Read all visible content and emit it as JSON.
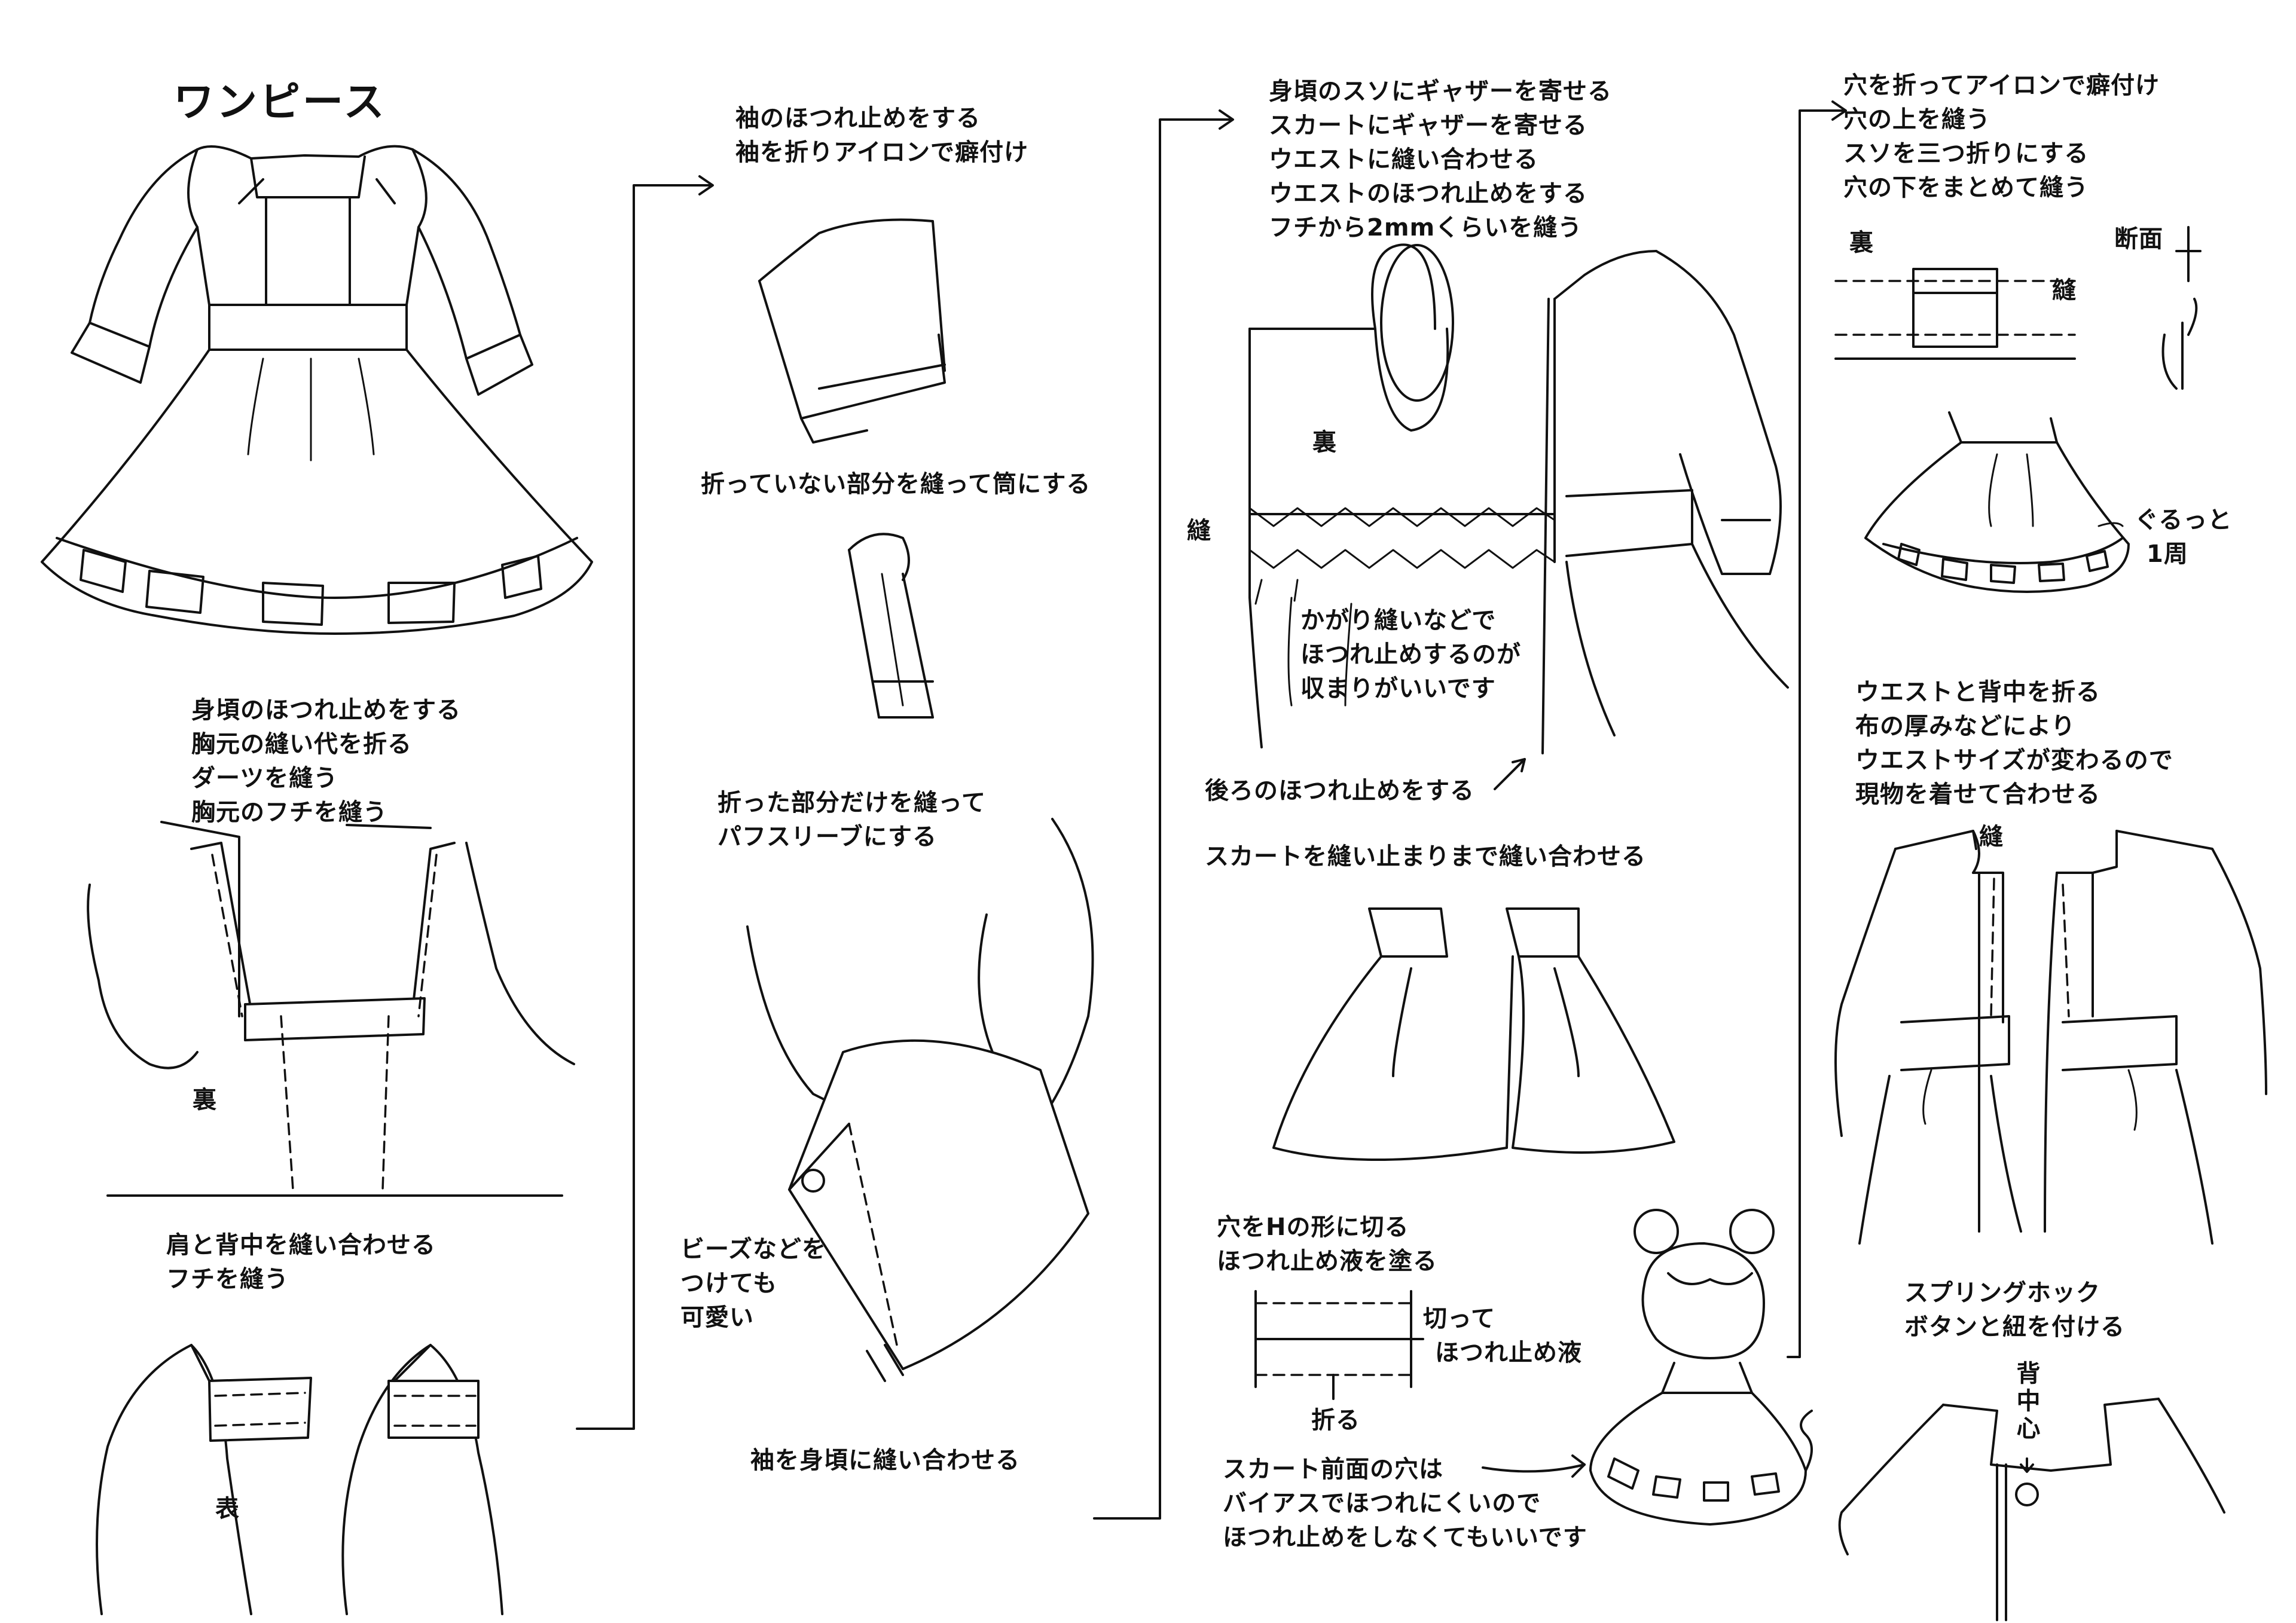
{
  "title": "ワンピース",
  "col1": {
    "bodice_steps": [
      "身頃のほつれ止めをする",
      "胸元の縫い代を折る",
      "ダーツを縫う",
      "胸元のフチを縫う"
    ],
    "ura_label": "裏",
    "shoulder_steps": [
      "肩と背中を縫い合わせる",
      "フチを縫う"
    ],
    "omote_label": "表"
  },
  "col2": {
    "sleeve_steps": [
      "袖のほつれ止めをする",
      "袖を折りアイロンで癖付け"
    ],
    "tube_step": "折っていない部分を縫って筒にする",
    "puff_steps": [
      "折った部分だけを縫って",
      "パフスリーブにする"
    ],
    "bead_note": [
      "ビーズなどを",
      "つけても",
      "可愛い"
    ],
    "attach_step": "袖を身頃に縫い合わせる"
  },
  "col3": {
    "gather_steps": [
      "身頃のスソにギャザーを寄せる",
      "スカートにギャザーを寄せる",
      "ウエストに縫い合わせる",
      "ウエストのほつれ止めをする",
      "フチから2mmくらいを縫う"
    ],
    "ura_label": "裏",
    "nui_label": "縫",
    "kagari_note": [
      "かがり縫いなどで",
      "ほつれ止めするのが",
      "収まりがいいです"
    ],
    "back_step": "後ろのほつれ止めをする",
    "skirt_step": "スカートを縫い止まりまで縫い合わせる",
    "hole_steps": [
      "穴をHの形に切る",
      "ほつれ止め液を塗る"
    ],
    "cut_note": [
      "切って",
      "ほつれ止め液"
    ],
    "fold_label": "折る",
    "bias_note": [
      "スカート前面の穴は",
      "バイアスでほつれにくいので",
      "ほつれ止めをしなくてもいいです"
    ]
  },
  "col4": {
    "hem_steps": [
      "穴を折ってアイロンで癖付け",
      "穴の上を縫う",
      "スソを三つ折りにする",
      "穴の下をまとめて縫う"
    ],
    "ura_label": "裏",
    "section_label": "断面",
    "nui_label": "縫",
    "around_note": [
      "ぐるっと",
      "1周"
    ],
    "waist_steps": [
      "ウエストと背中を折る",
      "布の厚みなどにより",
      "ウエストサイズが変わるので",
      "現物を着せて合わせる"
    ],
    "back_nui_label": "縫",
    "hook_steps": [
      "スプリングホック",
      "ボタンと紐を付ける"
    ],
    "center_label": "背中心"
  }
}
